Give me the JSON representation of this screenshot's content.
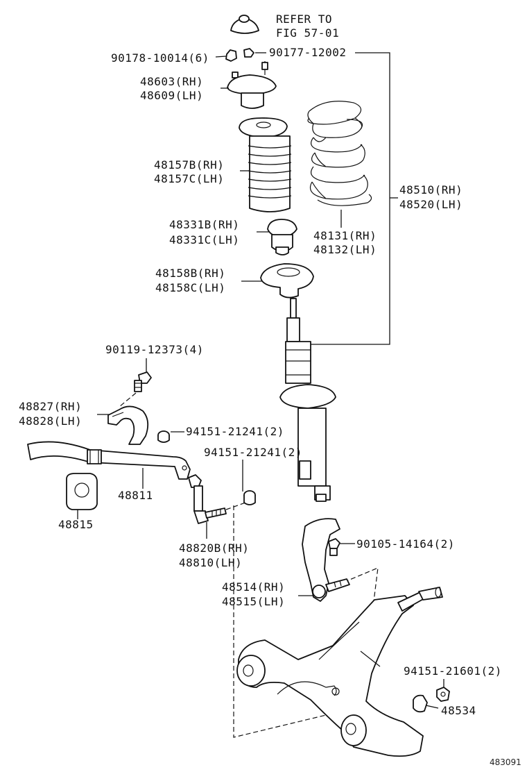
{
  "labels": {
    "refer_1": "REFER TO",
    "refer_2": "FIG 57-01",
    "nut_90178": "90178-10014(6)",
    "nut_90177": "90177-12002",
    "support_rh": "48603(RH)",
    "support_lh": "48609(LH)",
    "boot_rh": "48157B(RH)",
    "boot_lh": "48157C(LH)",
    "bumper_rh": "48331B(RH)",
    "bumper_lh": "48331C(LH)",
    "seat_rh": "48158B(RH)",
    "seat_lh": "48158C(LH)",
    "spring_rh": "48131(RH)",
    "spring_lh": "48132(LH)",
    "strut_rh": "48510(RH)",
    "strut_lh": "48520(LH)",
    "bolt_90119": "90119-12373(4)",
    "bracket_rh": "48827(RH)",
    "bracket_lh": "48828(LH)",
    "nut_94151_a": "94151-21241(2)",
    "nut_94151_b": "94151-21241(2)",
    "stabilizer_bar": "48811",
    "bushing": "48815",
    "link_rh": "48820B(RH)",
    "link_lh": "48810(LH)",
    "bolt_90105": "90105-14164(2)",
    "fork_rh": "48514(RH)",
    "fork_lh": "48515(LH)",
    "nut_94151_c": "94151-21601(2)",
    "arm_bushing": "48534",
    "figure_id": "483091"
  }
}
